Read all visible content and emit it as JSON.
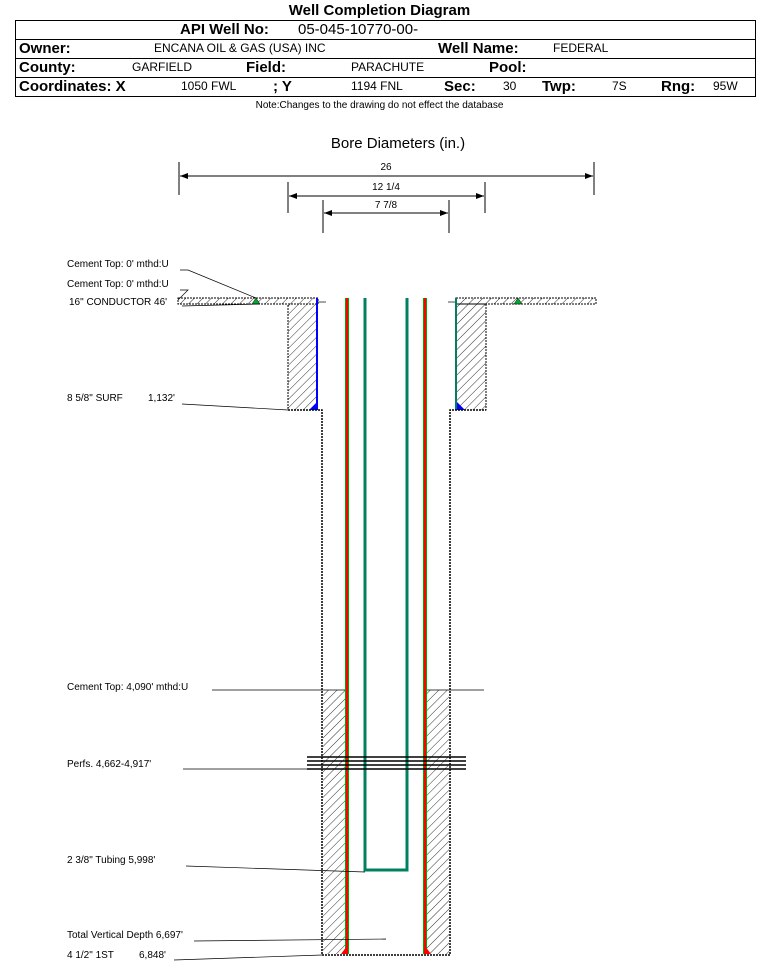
{
  "title": "Well Completion Diagram",
  "header": {
    "api_label": "API Well No:",
    "api_value": "05-045-10770-00-",
    "owner_label": "Owner:",
    "owner_value": "ENCANA OIL & GAS (USA) INC",
    "well_name_label": "Well Name:",
    "well_name_value": "FEDERAL",
    "county_label": "County:",
    "county_value": "GARFIELD",
    "field_label": "Field:",
    "field_value": "PARACHUTE",
    "pool_label": "Pool:",
    "coord_x_label": "Coordinates: X",
    "coord_x_value": "1050 FWL",
    "coord_y_label": "; Y",
    "coord_y_value": "1194 FNL",
    "sec_label": "Sec:",
    "sec_value": "30",
    "twp_label": "Twp:",
    "twp_value": "7S",
    "rng_label": "Rng:",
    "rng_value": "95W"
  },
  "note": "Note:Changes to the drawing do not effect the database",
  "diagram": {
    "bore_title": "Bore Diameters (in.)",
    "diameters": [
      "26",
      "12 1/4",
      "7 7/8"
    ],
    "labels": {
      "cement_top_1": "Cement Top: 0' mthd:U",
      "cement_top_2": "Cement Top: 0' mthd:U",
      "conductor": "16\" CONDUCTOR  46'",
      "surf": "8 5/8\" SURF",
      "surf_depth": "1,132'",
      "cement_top_3": "Cement Top: 4,090' mthd:U",
      "perfs": "Perfs. 4,662-4,917'",
      "tubing": "2 3/8\" Tubing 5,998'",
      "tvd": "Total Vertical Depth 6,697'",
      "production": "4 1/2\" 1ST",
      "production_depth": "6,848'"
    },
    "colors": {
      "casing": "#ff0000",
      "tubing": "#008060",
      "surface_casing": "#0000ff"
    }
  }
}
